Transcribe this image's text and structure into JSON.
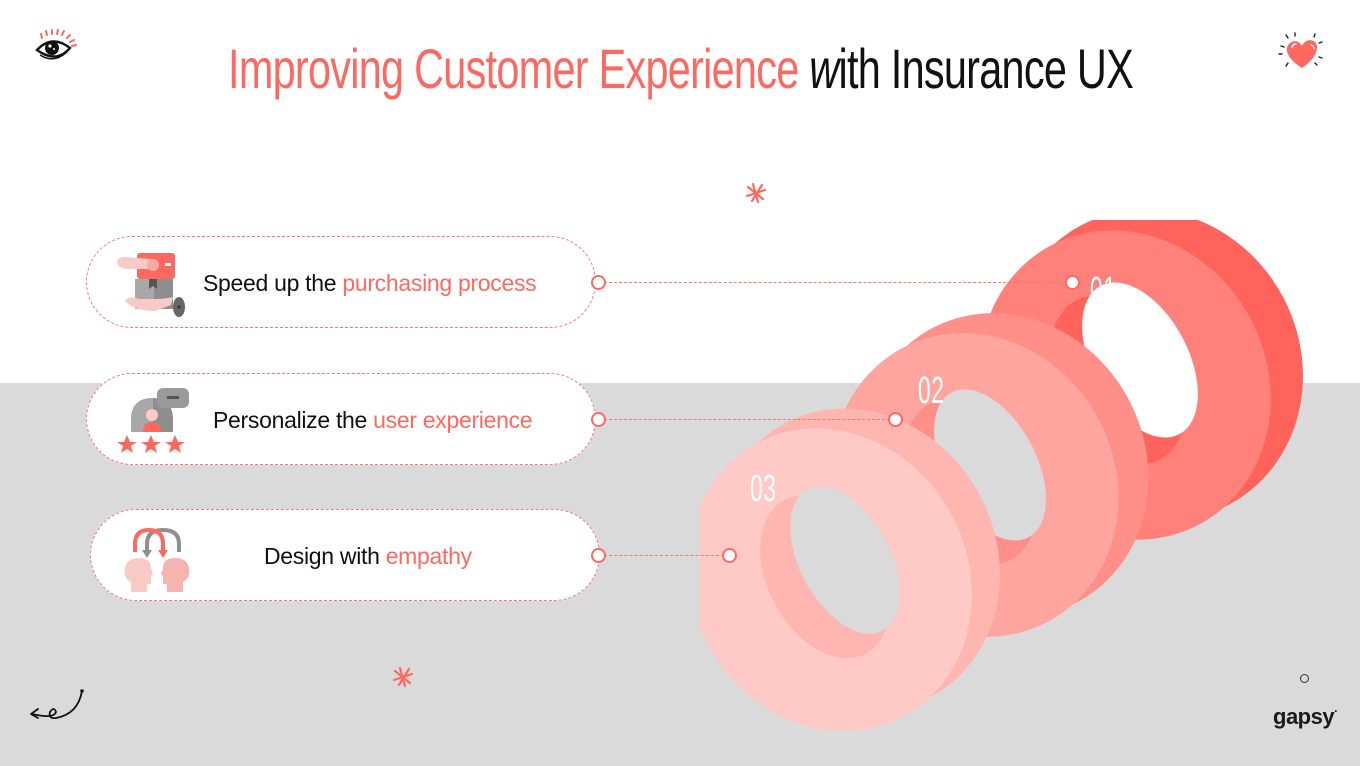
{
  "title": {
    "part1": "Improving Customer Experience ",
    "part2_w": "w",
    "part2_rest": "ith Insurance UX"
  },
  "colors": {
    "accent": "#fd6961",
    "text_dark": "#111111",
    "background_top": "#ffffff",
    "background_bottom": "#dadada",
    "ring1_face": "#ff8179",
    "ring1_side": "#ff635b",
    "ring2_face": "#ffa59f",
    "ring2_side": "#ff8f88",
    "ring3_face": "#ffcac6",
    "ring3_side": "#ffb5b0"
  },
  "items": [
    {
      "number": "01",
      "text_plain": "Speed up the ",
      "text_highlight": "purchasing process",
      "icon": "payment-handoff-icon"
    },
    {
      "number": "02",
      "text_plain": "Personalize the ",
      "text_highlight": "user experience",
      "icon": "user-rating-icon"
    },
    {
      "number": "03",
      "text_plain": "Design with ",
      "text_highlight": "empathy",
      "icon": "empathy-heads-icon"
    }
  ],
  "brand": {
    "logo_text": "gapsy",
    "logo_mark": "·"
  },
  "decorations": {
    "top_left": "eye-icon",
    "top_right": "heart-icon",
    "bottom_left": "curly-arrow-icon",
    "asterisks": [
      "asterisk-icon",
      "asterisk-icon"
    ]
  }
}
